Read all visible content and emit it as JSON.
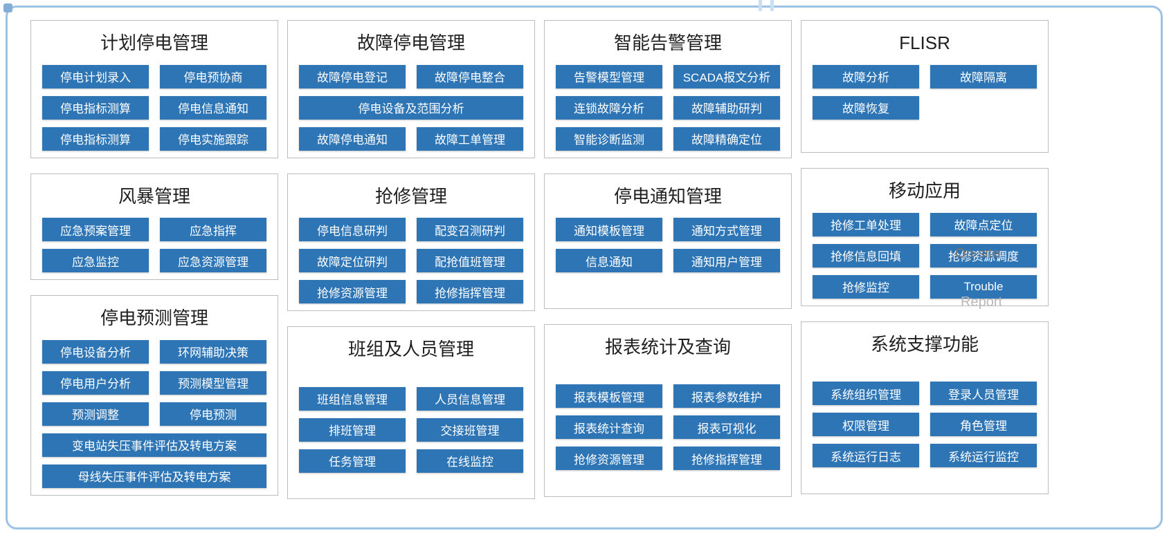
{
  "page": {
    "frame_border_color": "#9cc2e5",
    "panel_border_color": "#bdbdbd",
    "button_color": "#2e75b6",
    "button_text_color": "#ffffff",
    "title_color": "#1f1f1f"
  },
  "columns": [
    {
      "panels": [
        {
          "id": "planned-outage-management",
          "title": "计划停电管理",
          "rows": [
            [
              {
                "label": "停电计划录入"
              },
              {
                "label": "停电预协商"
              }
            ],
            [
              {
                "label": "停电指标测算"
              },
              {
                "label": "停电信息通知"
              }
            ],
            [
              {
                "label": "停电指标测算"
              },
              {
                "label": "停电实施跟踪"
              }
            ]
          ]
        },
        {
          "id": "storm-management",
          "title": "风暴管理",
          "rows": [
            [
              {
                "label": "应急预案管理"
              },
              {
                "label": "应急指挥"
              }
            ],
            [
              {
                "label": "应急监控"
              },
              {
                "label": "应急资源管理"
              }
            ]
          ]
        },
        {
          "id": "outage-forecast-management",
          "title": "停电预测管理",
          "rows": [
            [
              {
                "label": "停电设备分析"
              },
              {
                "label": "环网辅助决策"
              }
            ],
            [
              {
                "label": "停电用户分析"
              },
              {
                "label": "预测模型管理"
              }
            ],
            [
              {
                "label": "预测调整"
              },
              {
                "label": "停电预测"
              }
            ],
            [
              {
                "label": "变电站失压事件评估及转电方案",
                "span": "full"
              }
            ],
            [
              {
                "label": "母线失压事件评估及转电方案",
                "span": "full"
              }
            ]
          ]
        }
      ]
    },
    {
      "panels": [
        {
          "id": "fault-outage-management",
          "title": "故障停电管理",
          "rows": [
            [
              {
                "label": "故障停电登记"
              },
              {
                "label": "故障停电整合"
              }
            ],
            [
              {
                "label": "停电设备及范围分析",
                "span": "full"
              }
            ],
            [
              {
                "label": "故障停电通知"
              },
              {
                "label": "故障工单管理"
              }
            ]
          ]
        },
        {
          "id": "repair-management",
          "title": "抢修管理",
          "rows": [
            [
              {
                "label": "停电信息研判"
              },
              {
                "label": "配变召测研判"
              }
            ],
            [
              {
                "label": "故障定位研判"
              },
              {
                "label": "配抢值班管理"
              }
            ],
            [
              {
                "label": "抢修资源管理"
              },
              {
                "label": "抢修指挥管理"
              }
            ]
          ]
        },
        {
          "id": "team-personnel-management",
          "title": "班组及人员管理",
          "rows": [
            [
              {
                "label": "班组信息管理"
              },
              {
                "label": "人员信息管理"
              }
            ],
            [
              {
                "label": "排班管理"
              },
              {
                "label": "交接班管理"
              }
            ],
            [
              {
                "label": "任务管理"
              },
              {
                "label": "在线监控"
              }
            ]
          ]
        }
      ]
    },
    {
      "panels": [
        {
          "id": "smart-alarm-management",
          "title": "智能告警管理",
          "rows": [
            [
              {
                "label": "告警模型管理"
              },
              {
                "label": "SCADA报文分析"
              }
            ],
            [
              {
                "label": "连锁故障分析"
              },
              {
                "label": "故障辅助研判"
              }
            ],
            [
              {
                "label": "智能诊断监测"
              },
              {
                "label": "故障精确定位"
              }
            ]
          ]
        },
        {
          "id": "outage-notification-management",
          "title": "停电通知管理",
          "rows": [
            [
              {
                "label": "通知模板管理"
              },
              {
                "label": "通知方式管理"
              }
            ],
            [
              {
                "label": "信息通知"
              },
              {
                "label": "通知用户管理"
              }
            ]
          ]
        },
        {
          "id": "report-statistics-query",
          "title": "报表统计及查询",
          "rows": [
            [
              {
                "label": "报表模板管理"
              },
              {
                "label": "报表参数维护"
              }
            ],
            [
              {
                "label": "报表统计查询"
              },
              {
                "label": "报表可视化"
              }
            ],
            [
              {
                "label": "抢修资源管理"
              },
              {
                "label": "抢修指挥管理"
              }
            ]
          ]
        }
      ]
    },
    {
      "panels": [
        {
          "id": "flisr",
          "title": "FLISR",
          "rows": [
            [
              {
                "label": "故障分析"
              },
              {
                "label": "故障隔离"
              }
            ],
            [
              {
                "label": "故障恢复"
              }
            ]
          ]
        },
        {
          "id": "mobile-application",
          "title": "移动应用",
          "rows": [
            [
              {
                "label": "抢修工单处理"
              },
              {
                "label": "故障点定位"
              }
            ],
            [
              {
                "label": "抢修信息回填"
              },
              {
                "label": "抢修资源调度"
              }
            ],
            [
              {
                "label": "抢修监控"
              },
              {
                "label": "Trouble"
              }
            ]
          ],
          "overlays": [
            {
              "id": "on-site",
              "text": "On-site"
            },
            {
              "id": "report",
              "text": "Report"
            }
          ]
        },
        {
          "id": "system-support-functions",
          "title": "系统支撑功能",
          "rows": [
            [
              {
                "label": "系统组织管理"
              },
              {
                "label": "登录人员管理"
              }
            ],
            [
              {
                "label": "权限管理"
              },
              {
                "label": "角色管理"
              }
            ],
            [
              {
                "label": "系统运行日志"
              },
              {
                "label": "系统运行监控"
              }
            ]
          ]
        }
      ]
    }
  ]
}
